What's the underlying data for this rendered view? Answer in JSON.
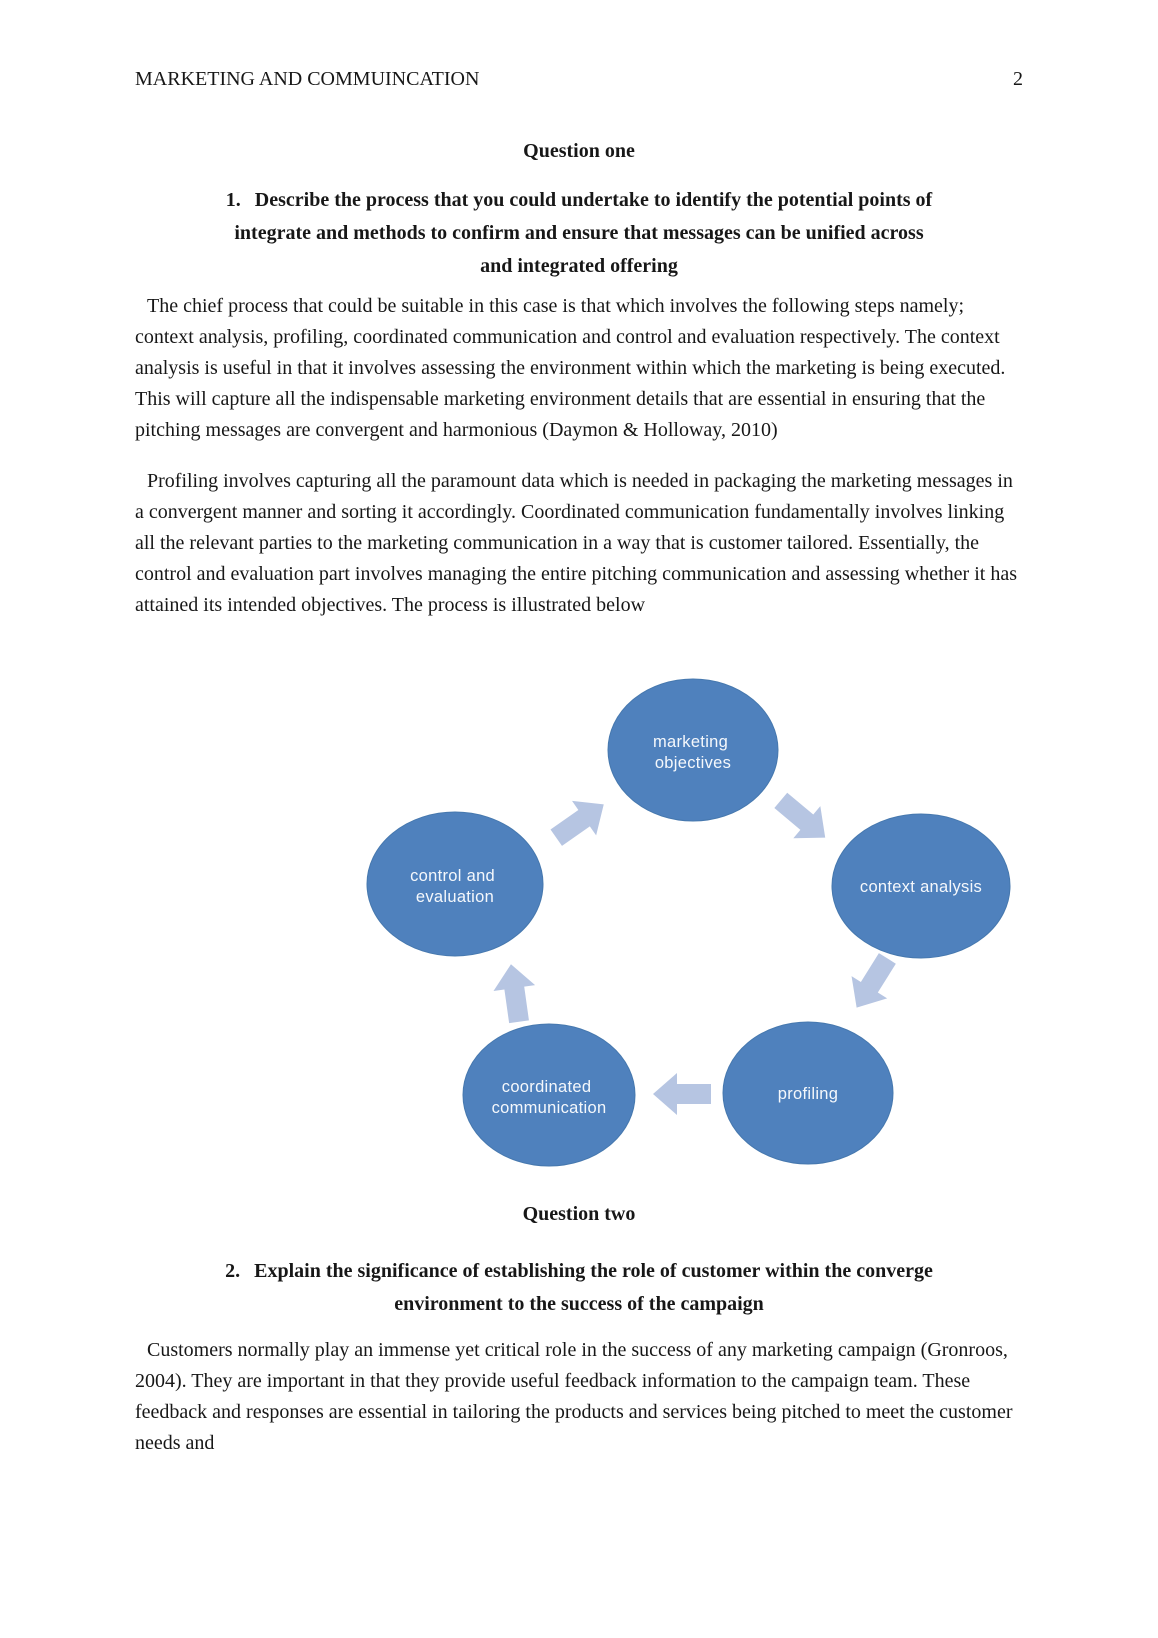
{
  "header": {
    "title": "MARKETING AND COMMUINCATION",
    "page_number": "2"
  },
  "question_one": {
    "heading": "Question one",
    "number": "1.",
    "title_lines": [
      "Describe the process that you could undertake to identify the potential points of",
      "integrate and methods to confirm and ensure that messages can be unified across",
      "and integrated offering"
    ],
    "paragraphs": [
      "The chief process that could be suitable in this case is that which involves the following steps namely; context analysis, profiling, coordinated communication and control and evaluation respectively.  The context analysis is useful in that it involves assessing the environment within which the marketing is being executed.  This will capture all the indispensable marketing environment details that are essential in ensuring that the pitching messages are convergent and harmonious (Daymon & Holloway, 2010)",
      "Profiling involves capturing all the paramount data which is needed in packaging the marketing messages in a convergent manner and sorting it accordingly.  Coordinated communication fundamentally involves linking all the relevant parties to the marketing communication in a way that is customer tailored.  Essentially, the control and evaluation part involves managing the entire pitching communication and assessing whether it has attained its intended objectives. The process is illustrated below"
    ]
  },
  "diagram": {
    "type": "cycle",
    "node_color": "#4f81bd",
    "node_edge_color": "#4075ad",
    "arrow_color": "#b6c5e2",
    "label_color": "#f5f8fc",
    "order": [
      "marketing objectives",
      "context analysis",
      "profiling",
      "coordinated communication",
      "control and evaluation"
    ],
    "nodes": [
      {
        "lines": [
          "marketing",
          "objectives"
        ]
      },
      {
        "lines": [
          "context analysis"
        ]
      },
      {
        "lines": [
          "profiling"
        ]
      },
      {
        "lines": [
          "coordinated",
          "communication"
        ]
      },
      {
        "lines": [
          "control and",
          "evaluation"
        ]
      }
    ]
  },
  "question_two": {
    "heading": "Question two",
    "number": "2.",
    "title_lines": [
      "Explain the significance of establishing the role of customer within the converge",
      "environment to the success of the campaign"
    ],
    "paragraphs": [
      "Customers normally play an immense yet critical role in the success of any marketing campaign (Gronroos, 2004).  They are important in that they provide useful feedback information to the campaign team.  These feedback and responses are essential in tailoring the products and services being pitched to meet the customer needs and"
    ]
  }
}
